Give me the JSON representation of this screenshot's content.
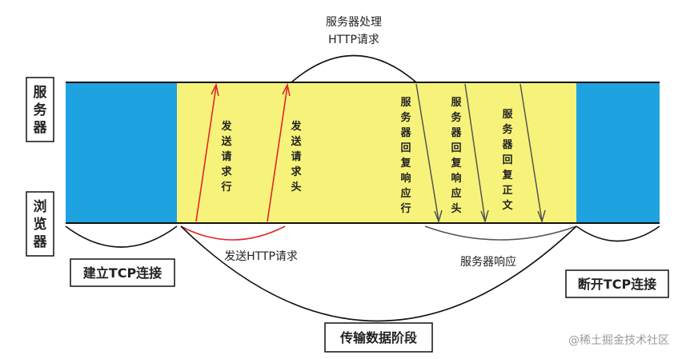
{
  "labels": {
    "server": [
      "服",
      "务",
      "器"
    ],
    "browser": [
      "浏",
      "览",
      "器"
    ],
    "server_process_line1": "服务器处理",
    "server_process_line2": "HTTP请求",
    "send_request_line": [
      "发",
      "送",
      "请",
      "求",
      "行"
    ],
    "send_request_header": [
      "发",
      "送",
      "请",
      "求",
      "头"
    ],
    "resp_line": [
      "服",
      "务",
      "器",
      "回",
      "复",
      "响",
      "应",
      "行"
    ],
    "resp_header": [
      "服",
      "务",
      "器",
      "回",
      "复",
      "响",
      "应",
      "头"
    ],
    "resp_body": [
      "服",
      "务",
      "器",
      "回",
      "复",
      "正",
      "文"
    ],
    "send_http_request": "发送HTTP请求",
    "server_response": "服务器响应",
    "establish_tcp": "建立TCP连接",
    "close_tcp": "断开TCP连接",
    "transfer_phase": "传输数据阶段",
    "watermark": "@稀土掘金技术社区"
  },
  "colors": {
    "tcp_phase": "#1fa3e0",
    "transfer_phase": "#f7f37a",
    "request_arrow": "#e0262e",
    "response_arrow": "#555555",
    "outline": "#111111"
  }
}
